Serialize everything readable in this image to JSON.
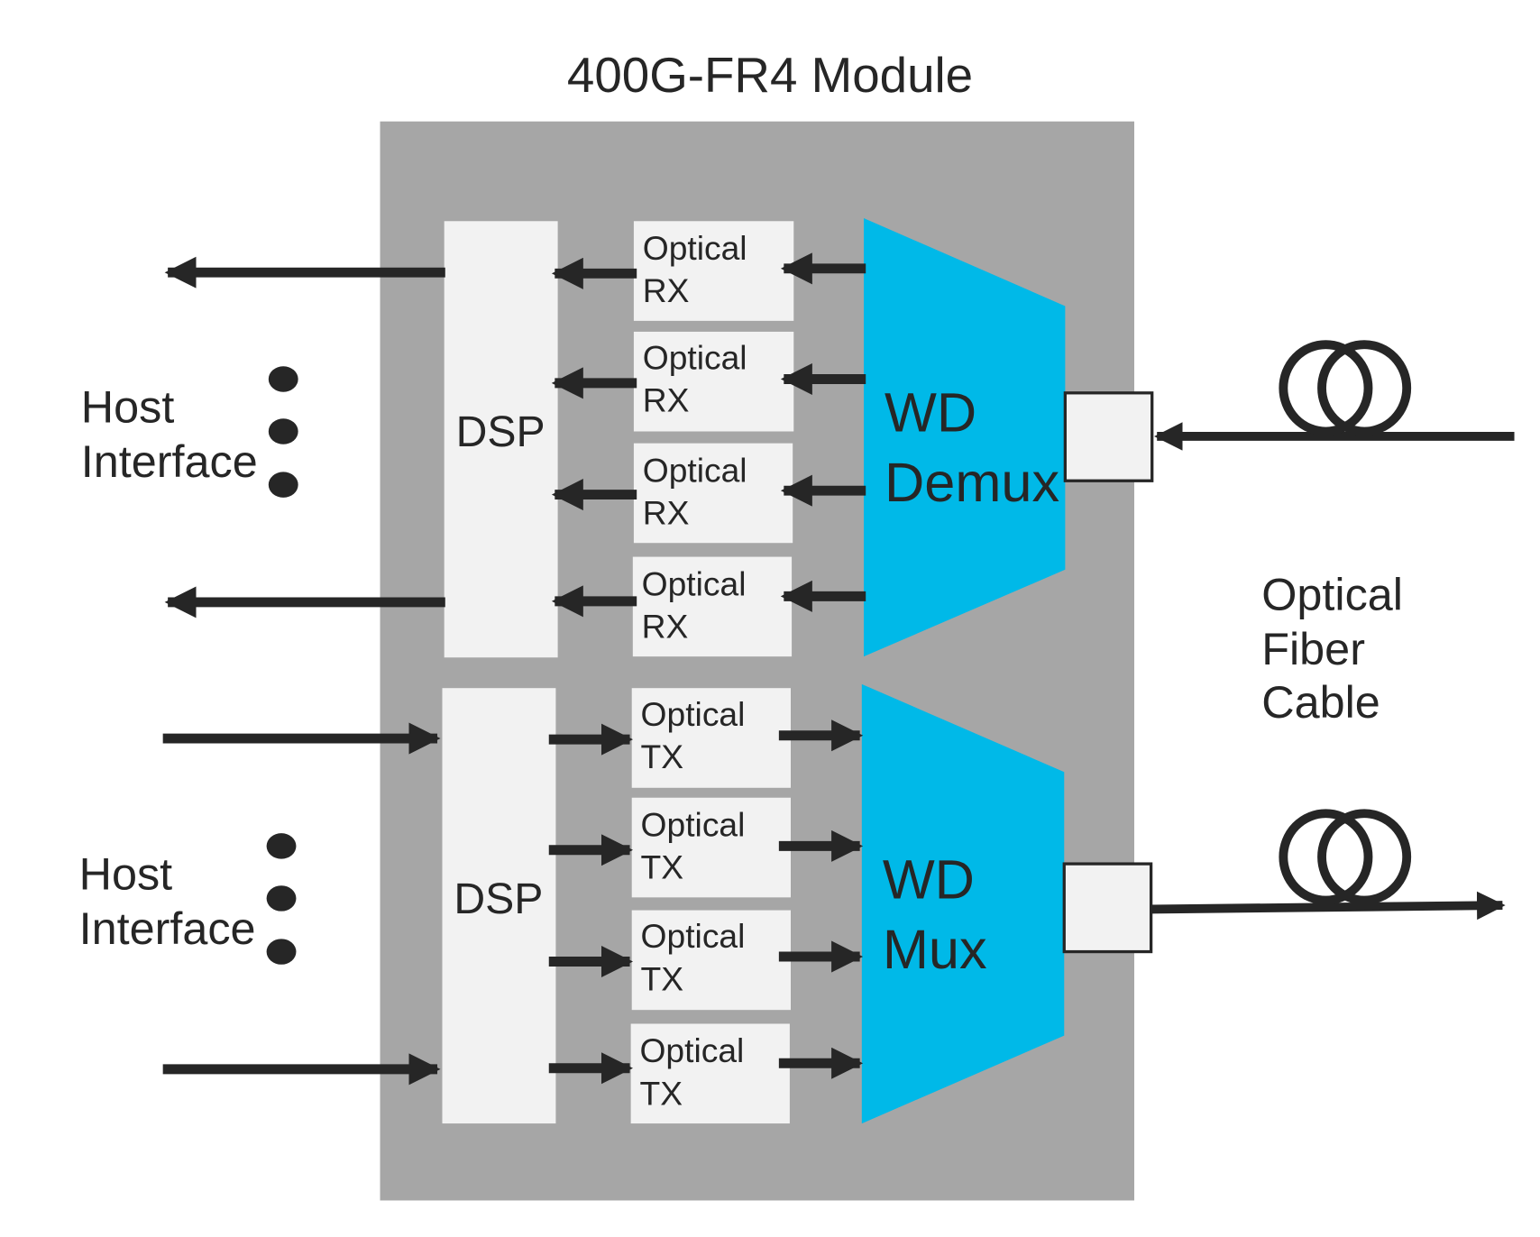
{
  "diagram": {
    "title": "400G-FR4 Module",
    "colors": {
      "module_background": "#a6a6a6",
      "block_fill": "#f2f2f2",
      "mux_fill": "#00b9e8",
      "line": "#262626",
      "background": "#ffffff"
    },
    "receive_path": {
      "host_interface_label": [
        "Host",
        "Interface"
      ],
      "dsp_label": "DSP",
      "optical_blocks": [
        {
          "line1": "Optical",
          "line2": "RX"
        },
        {
          "line1": "Optical",
          "line2": "RX"
        },
        {
          "line1": "Optical",
          "line2": "RX"
        },
        {
          "line1": "Optical",
          "line2": "RX"
        }
      ],
      "mux_label": [
        "WD",
        "Demux"
      ],
      "direction": "fiber-to-host"
    },
    "transmit_path": {
      "host_interface_label": [
        "Host",
        "Interface"
      ],
      "dsp_label": "DSP",
      "optical_blocks": [
        {
          "line1": "Optical",
          "line2": "TX"
        },
        {
          "line1": "Optical",
          "line2": "TX"
        },
        {
          "line1": "Optical",
          "line2": "TX"
        },
        {
          "line1": "Optical",
          "line2": "TX"
        }
      ],
      "mux_label": [
        "WD",
        "Mux"
      ],
      "direction": "host-to-fiber"
    },
    "fiber_label": [
      "Optical",
      "Fiber",
      "Cable"
    ],
    "icons": {
      "fiber_coil": "fiber-coil-icon",
      "ellipsis": "vertical-ellipsis-icon",
      "arrow": "arrow-icon",
      "connector": "connector-port-icon"
    }
  }
}
